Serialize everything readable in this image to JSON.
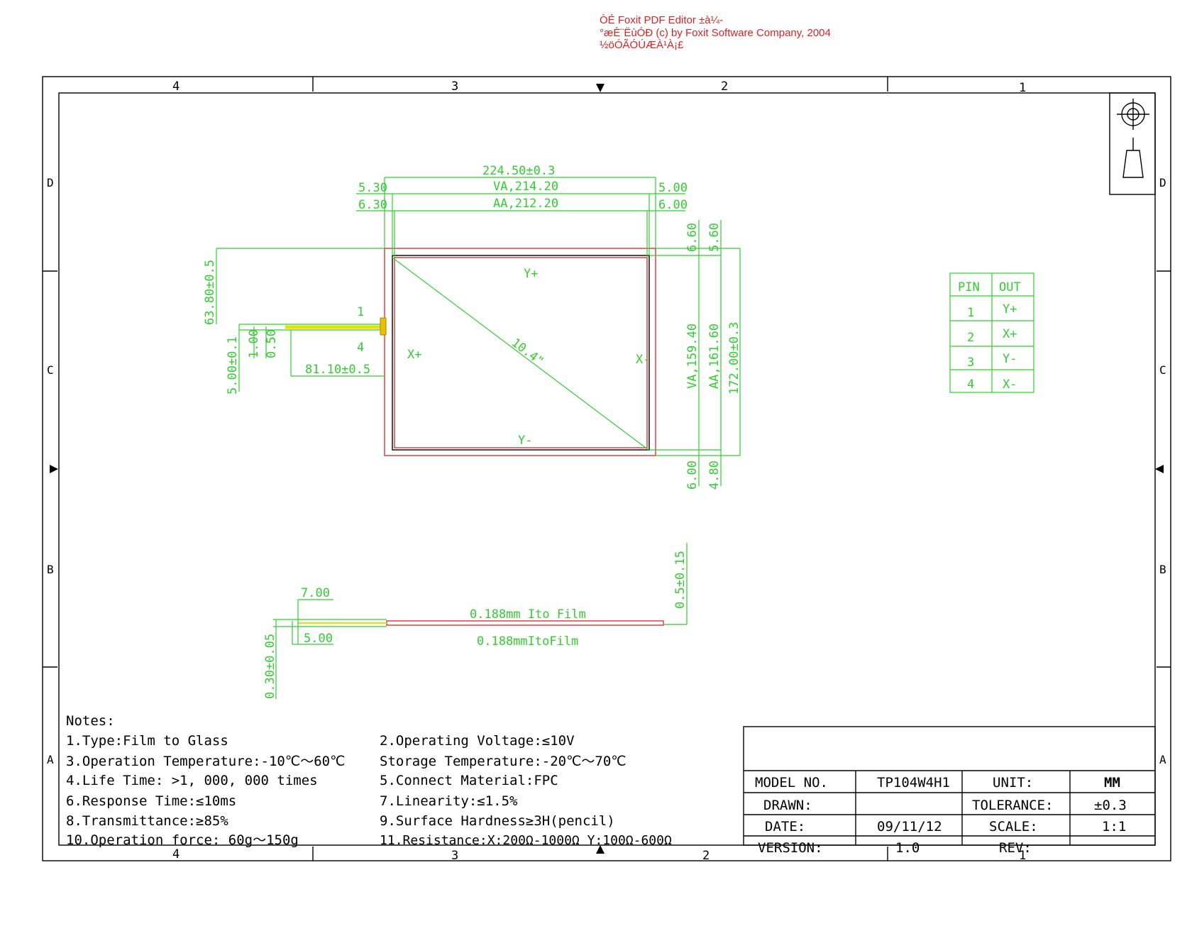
{
  "watermark": [
    "ÒÉ Foxit PDF Editor ±à¼-",
    "°æÈ¨ËùÓÐ (c) by Foxit Software Company, 2004",
    "½öÓÃÓÚÆÀ¹À¡£"
  ],
  "frame": {
    "col_labels": [
      "4",
      "3",
      "2",
      "1"
    ],
    "row_labels": [
      "D",
      "C",
      "B",
      "A"
    ]
  },
  "top_view": {
    "dim_total_width": "224.50±0.3",
    "dim_va_width": "VA,214.20",
    "dim_aa_width": "AA,212.20",
    "dim_left_va": "5.30",
    "dim_left_aa": "6.30",
    "dim_right_va": "5.00",
    "dim_right_aa": "6.00",
    "dim_top_6_60": "6.60",
    "dim_top_5_60": "5.60",
    "dim_bot_6_00": "6.00",
    "dim_bot_4_80": "4.80",
    "dim_va_height": "VA,159.40",
    "dim_aa_height": "AA,161.60",
    "dim_total_height": "172.00±0.3",
    "dim_tail_offset": "63.80±0.5",
    "dim_tail_width": "5.00±0.1",
    "dim_tail_1_00": "1.00",
    "dim_tail_0_50": "0.50",
    "dim_tail_length": "81.10±0.5",
    "pin1_mark": "1",
    "pin4_mark": "4",
    "label_y_plus": "Y+",
    "label_y_minus": "Y-",
    "label_x_plus": "X+",
    "label_x_minus": "X-",
    "diagonal": "10.4\""
  },
  "pin_table": {
    "headers": [
      "PIN",
      "OUT"
    ],
    "rows": [
      [
        "1",
        "Y+"
      ],
      [
        "2",
        "X+"
      ],
      [
        "3",
        "Y-"
      ],
      [
        "4",
        "X-"
      ]
    ]
  },
  "side_view": {
    "dim_7_00": "7.00",
    "dim_5_00": "5.00",
    "dim_thickness": "0.30±0.05",
    "dim_film": "0.5±0.15",
    "label_film_top": "0.188mm Ito Film",
    "label_film_bottom": "0.188mmItoFilm"
  },
  "notes": {
    "title": "Notes:",
    "left": [
      "1.Type:Film to Glass",
      "3.Operation Temperature:-10℃～60℃",
      "4.Life Time: >1, 000, 000 times",
      "6.Response Time:≤10ms",
      "8.Transmittance:≥85%",
      "10.Operation force: 60g～150g"
    ],
    "right": [
      "2.Operating Voltage:≤10V",
      "Storage Temperature:-20℃～70℃",
      "5.Connect Material:FPC",
      "7.Linearity:≤1.5%",
      "9.Surface Hardness≥3H(pencil)",
      "11.Resistance:X:200Ω-1000Ω  Y:100Ω-600Ω"
    ]
  },
  "title_block": {
    "model_label": "MODEL NO.",
    "model_value": "TP104W4H1",
    "unit_label": "UNIT:",
    "unit_value": "MM",
    "drawn_label": "DRAWN:",
    "drawn_value": "",
    "tolerance_label": "TOLERANCE:",
    "tolerance_value": "±0.3",
    "date_label": "DATE:",
    "date_value": "09/11/12",
    "scale_label": "SCALE:",
    "scale_value": "1:1",
    "version_label": "VERSION:",
    "version_value": "1.0",
    "rev_label": "REV:",
    "rev_value": ""
  },
  "colors": {
    "dimension": "#33cc33",
    "outline": "#000000",
    "edge": "#dd3333",
    "tail": "#e8e000",
    "watermark": "#dd2222"
  }
}
